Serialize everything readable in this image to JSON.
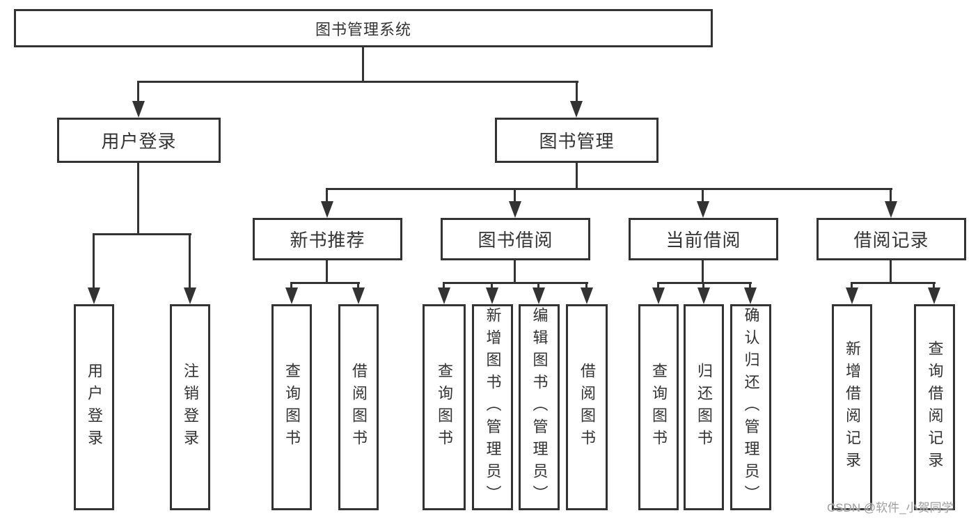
{
  "diagram": {
    "root": {
      "label": "图书管理系统"
    },
    "level2": [
      {
        "label": "用户登录"
      },
      {
        "label": "图书管理"
      }
    ],
    "level3": [
      {
        "label": "新书推荐"
      },
      {
        "label": "图书借阅"
      },
      {
        "label": "当前借阅"
      },
      {
        "label": "借阅记录"
      }
    ],
    "leaves": {
      "user_login": [
        {
          "label": "用户登录"
        },
        {
          "label": "注销登录"
        }
      ],
      "new_book_recommend": [
        {
          "label": "查询图书"
        },
        {
          "label": "借阅图书"
        }
      ],
      "book_borrow": [
        {
          "label": "查询图书"
        },
        {
          "label": "新增图书（管理员）"
        },
        {
          "label": "编辑图书（管理员）"
        },
        {
          "label": "借阅图书"
        }
      ],
      "current_borrow": [
        {
          "label": "查询图书"
        },
        {
          "label": "归还图书"
        },
        {
          "label": "确认归还（管理员）"
        }
      ],
      "borrow_record": [
        {
          "label": "新增借阅记录"
        },
        {
          "label": "查询借阅记录"
        }
      ]
    },
    "watermark": "CSDN @软件_小贺同学",
    "colors": {
      "line": "#333333",
      "text": "#333333",
      "box_fill": "#ffffff",
      "background": "#ffffff",
      "watermark": "#9e9e9e"
    }
  }
}
